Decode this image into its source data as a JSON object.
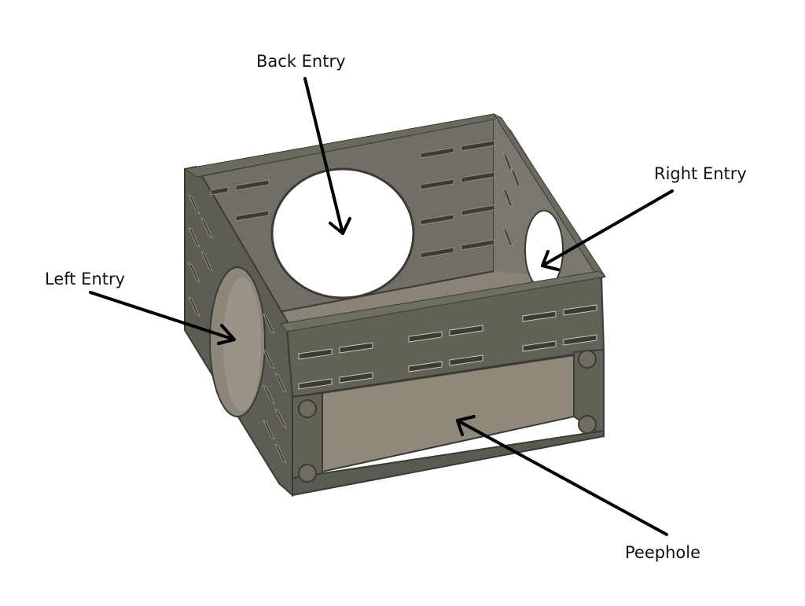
{
  "labels": {
    "back_entry": "Back Entry",
    "right_entry": "Right Entry",
    "left_entry": "Left Entry",
    "peephole": "Peephole"
  },
  "colors": {
    "wall_top": "#6b6a5f",
    "wall_outer": "#5e5d53",
    "wall_inner": "#75746a",
    "floor": "#8a8478",
    "edge": "#3b3a33",
    "slot": "#c9c7bf",
    "arrow": "#000000"
  }
}
